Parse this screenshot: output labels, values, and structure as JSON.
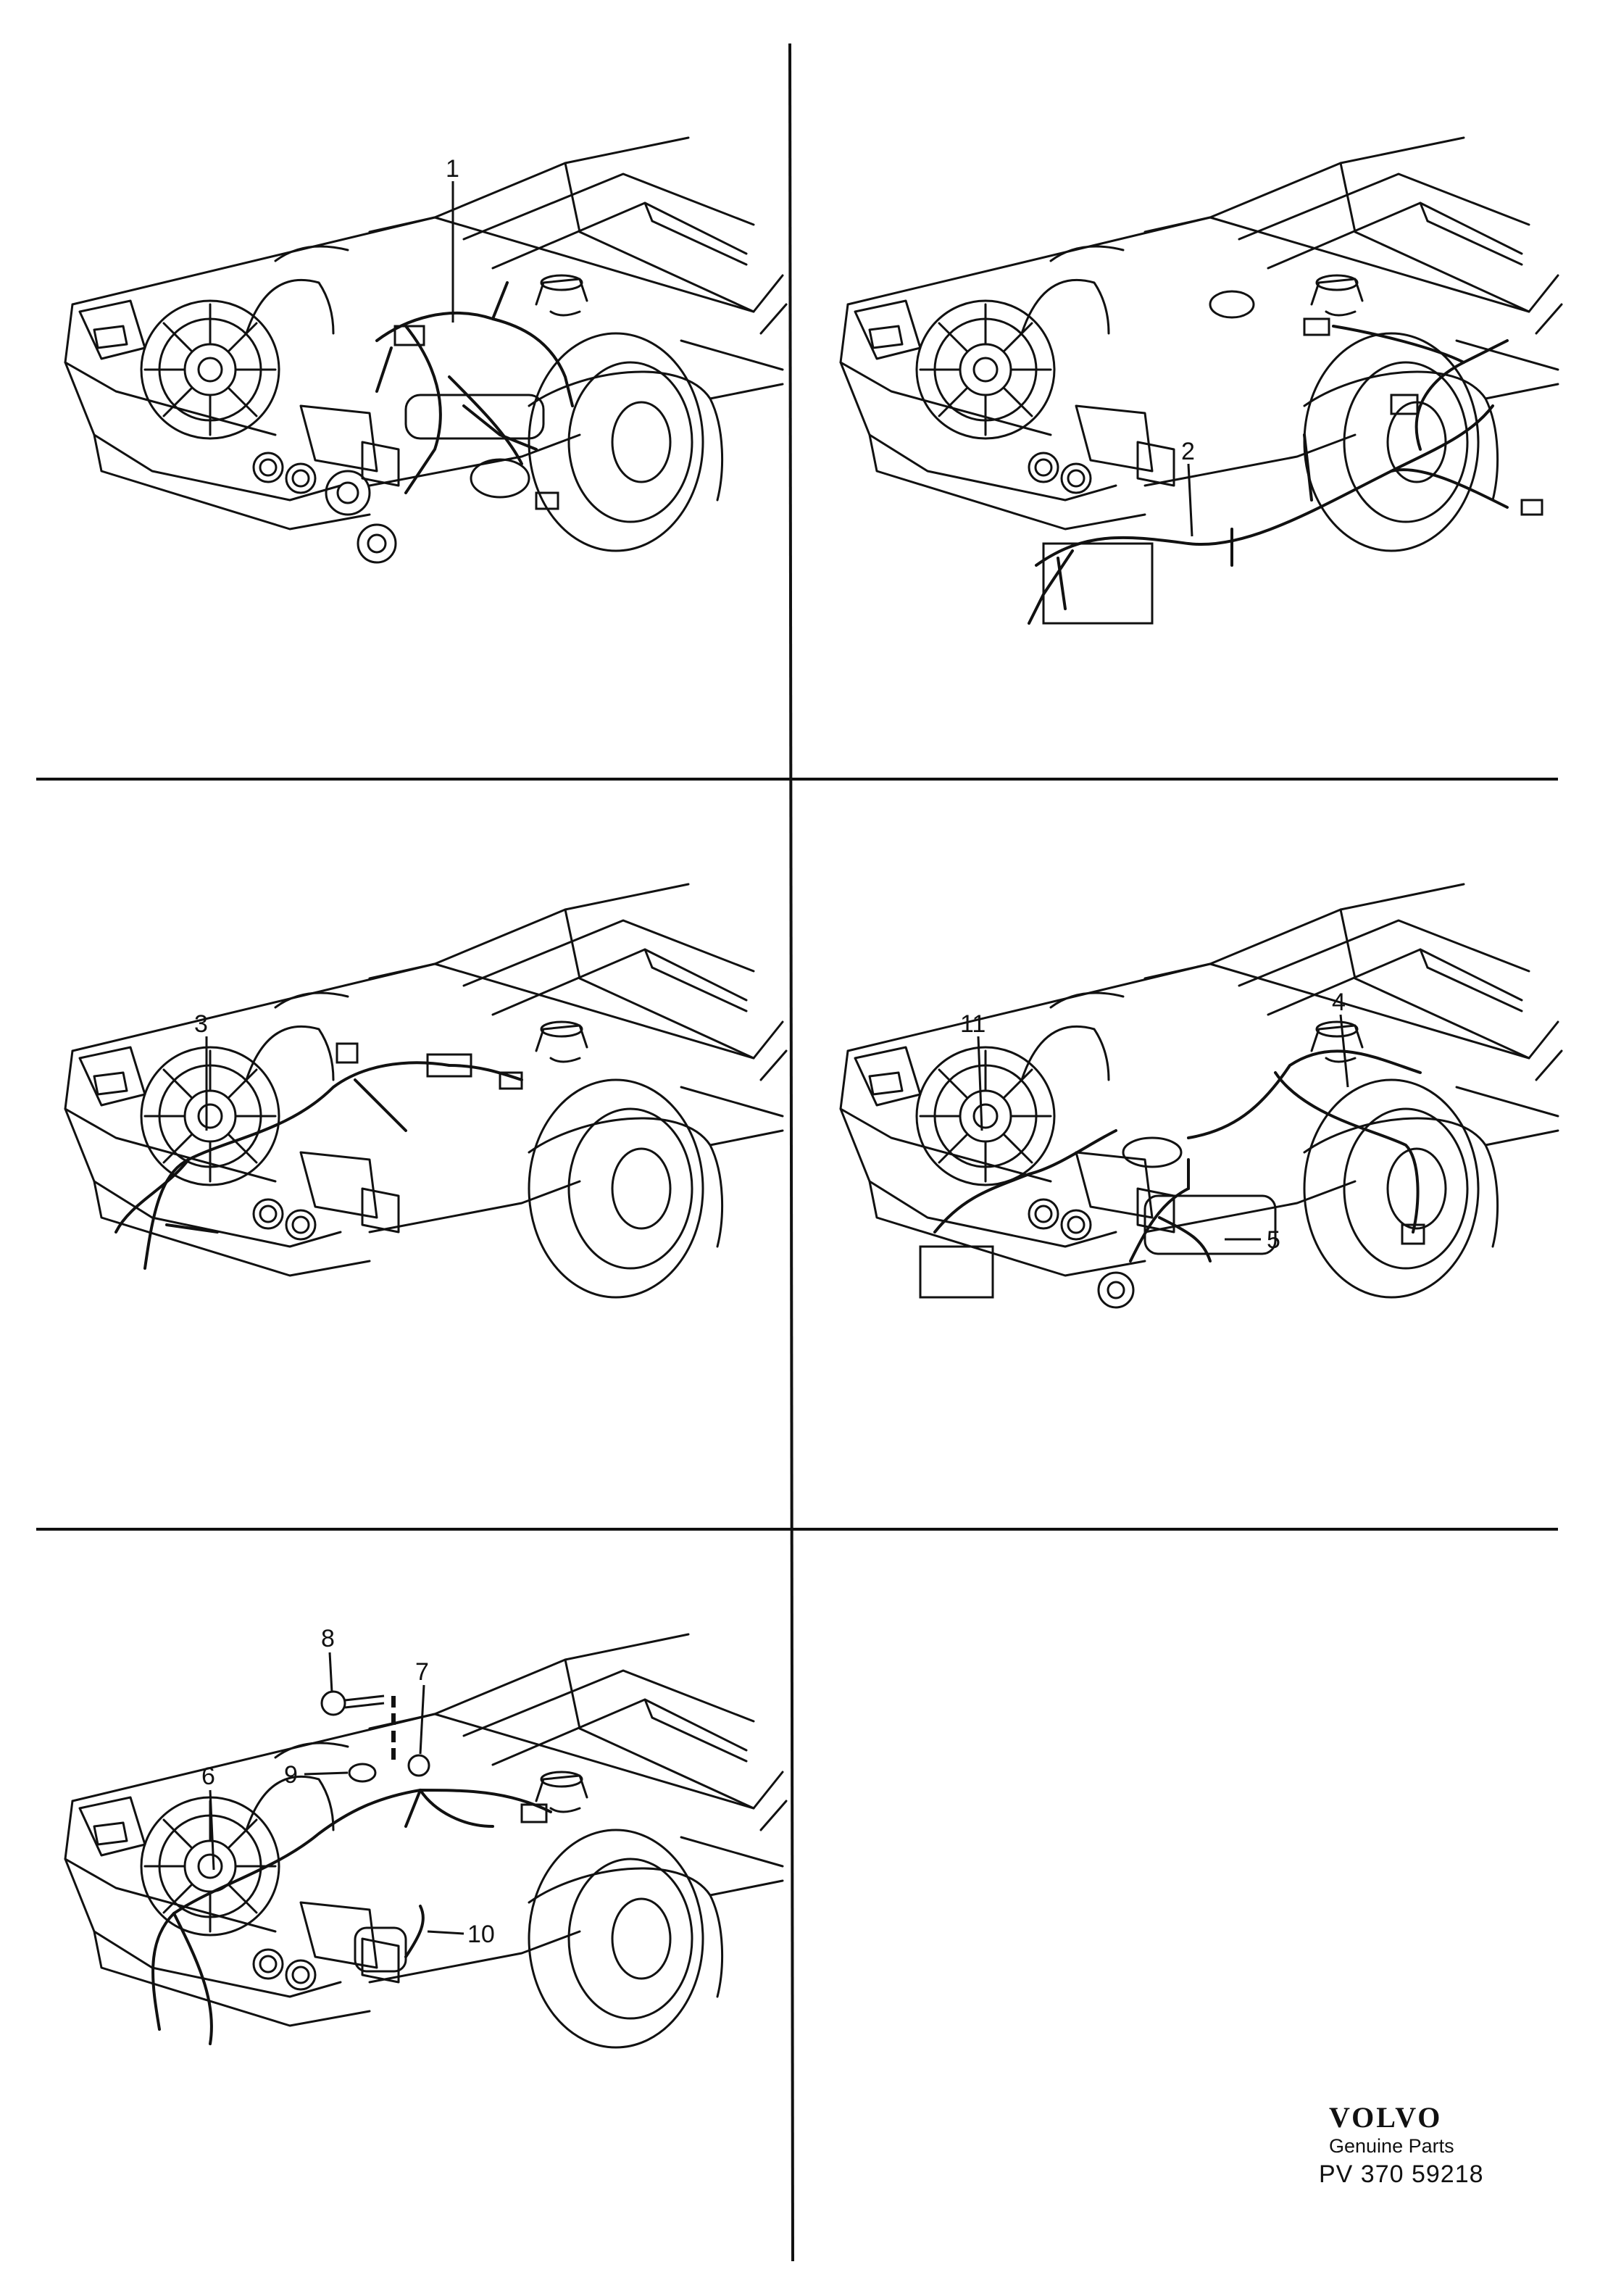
{
  "callouts": [
    "1",
    "2",
    "3",
    "4",
    "5",
    "6",
    "7",
    "8",
    "9",
    "10",
    "11"
  ],
  "footer": {
    "brand": "VOLVO",
    "subtitle": "Genuine Parts",
    "code": "PV 370 59218"
  },
  "colors": {
    "ink": "#111111",
    "paper": "#ffffff"
  }
}
